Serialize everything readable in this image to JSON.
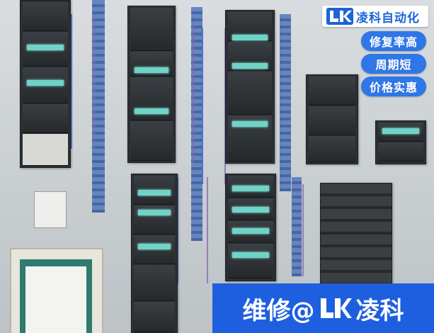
{
  "brand": {
    "name": "凌科自动化",
    "logo_letters": "LK",
    "color": "#1c64d8"
  },
  "badges": [
    {
      "label": "修复率高"
    },
    {
      "label": "周期短"
    },
    {
      "label": "价格实惠"
    }
  ],
  "banner": {
    "prefix": "维修@",
    "logo_letters": "LK",
    "suffix": "凌科",
    "color": "#1e5fe0"
  },
  "scene": {
    "subject": "PLC control cabinet",
    "accent_led": "#6fd3c7",
    "duct_color": "#4a6fb0"
  }
}
